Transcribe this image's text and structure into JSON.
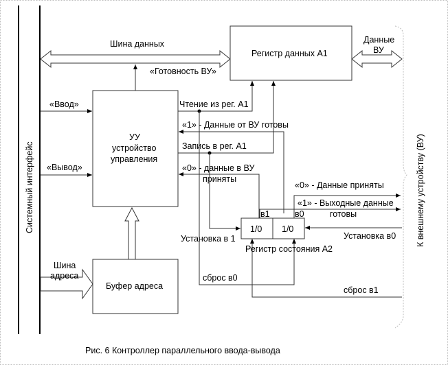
{
  "diagram": {
    "caption": "Рис. 6 Контроллер параллельного ввода-вывода",
    "system_interface": "Системный интерфейс",
    "external_device": "К внешнему устройству (ВУ)",
    "blocks": {
      "data_register": "Регистр данных А1",
      "control_unit": [
        "УУ",
        "устройство",
        "управления"
      ],
      "address_buffer": "Буфер адреса",
      "status_register": "Регистр состояния А2",
      "status_bit_1": "1/0",
      "status_bit_0": "1/0"
    },
    "buses": {
      "data_bus": "Шина данных",
      "address_bus": [
        "Шина",
        "адреса"
      ],
      "device_data": [
        "Данные",
        "ВУ"
      ]
    },
    "signals": {
      "device_ready": "«Готовность ВУ»",
      "input": "«Ввод»",
      "output": "«Вывод»",
      "read_a1": "Чтение из рег. А1",
      "data_ready_from_device": "«1» - Данные от ВУ готовы",
      "write_a1": "Запись в рег. А1",
      "data_accepted_by_device": [
        "«0» - данные в ВУ",
        "приняты"
      ],
      "data_accepted": "«0» - Данные приняты",
      "output_data_ready": [
        "«1» - Выходные данные",
        "готовы"
      ],
      "set_b1": "Установка в 1",
      "set_b0": "Установка в0",
      "reset_b0": "сброс в0",
      "reset_b1": "сброс в1",
      "bit_b1": "в1",
      "bit_b0": "в0"
    }
  }
}
